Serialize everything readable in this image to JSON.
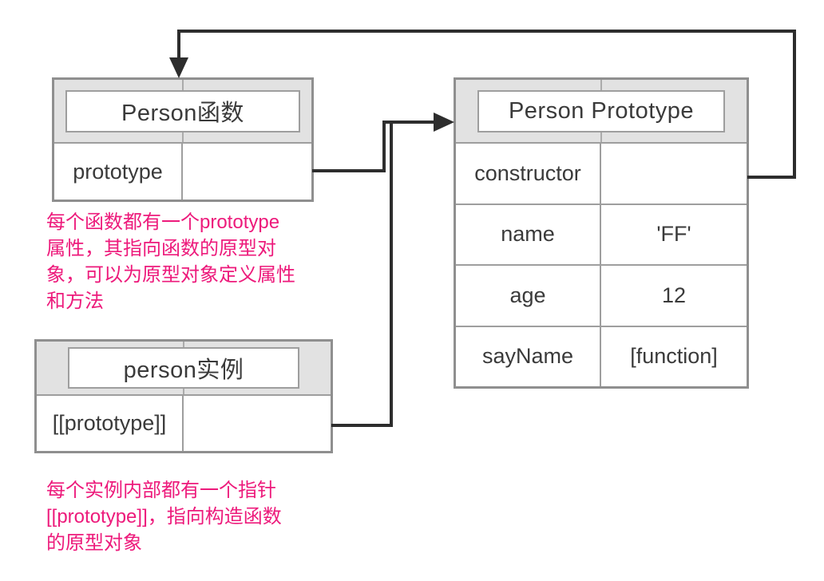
{
  "colors": {
    "annotation_pink": "#ED1A7B",
    "arrow": "#2D2D2D",
    "table_outer_border": "#8F8F8F",
    "cell_border": "#9E9E9E",
    "header_fill": "#E2E2E2",
    "text": "#3A3A3A"
  },
  "tables": {
    "person_function": {
      "title": "Person函数",
      "rows": [
        {
          "key": "prototype",
          "value": ""
        }
      ]
    },
    "person_prototype": {
      "title": "Person Prototype",
      "rows": [
        {
          "key": "constructor",
          "value": ""
        },
        {
          "key": "name",
          "value": "'FF'"
        },
        {
          "key": "age",
          "value": "12"
        },
        {
          "key": "sayName",
          "value": "[function]"
        }
      ]
    },
    "person_instance": {
      "title": "person实例",
      "rows": [
        {
          "key": "[[prototype]]",
          "value": ""
        }
      ]
    }
  },
  "annotations": {
    "prototype_note": "每个函数都有一个prototype\n属性，其指向函数的原型对\n象，可以为原型对象定义属性\n和方法",
    "instance_note": "每个实例内部都有一个指针\n[[prototype]]，指向构造函数\n的原型对象"
  }
}
